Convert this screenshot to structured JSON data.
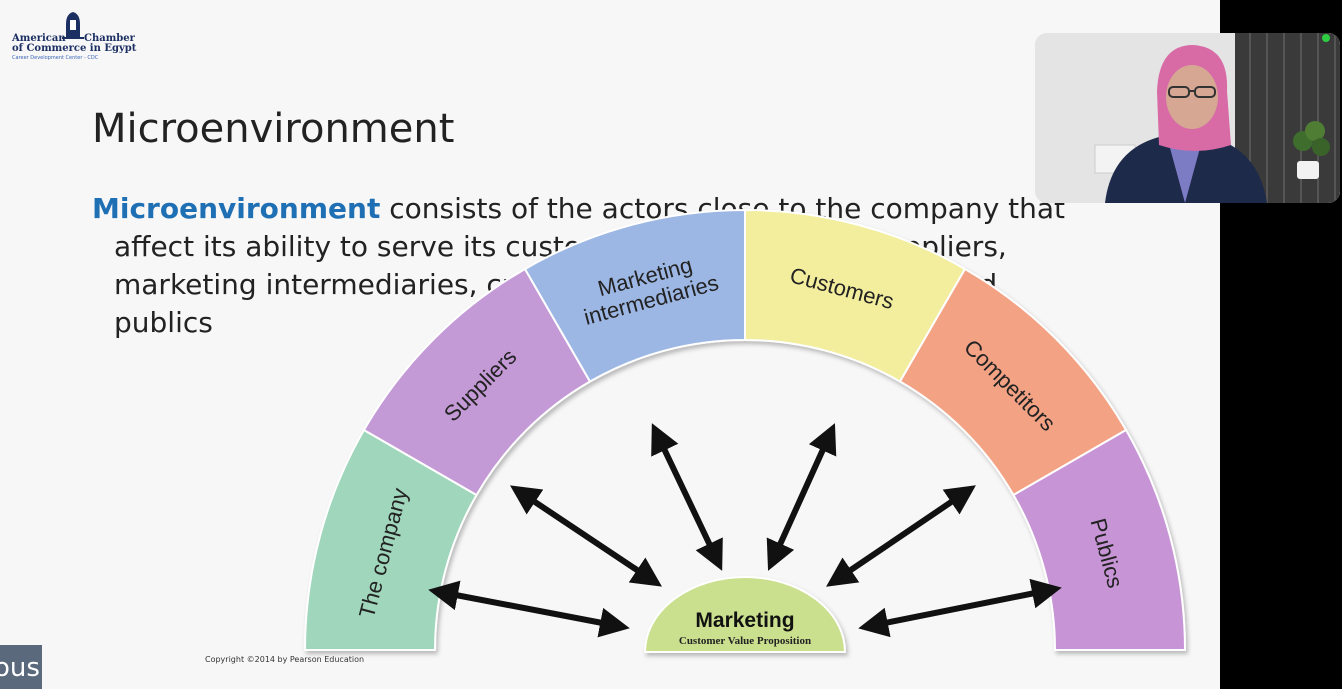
{
  "logo": {
    "line1_left": "American",
    "line1_right": "Chamber",
    "line2": "of Commerce in Egypt",
    "line3": "Career Development Center - CDC"
  },
  "slide": {
    "title": "Microenvironment",
    "keyword": "Microenvironment",
    "first_line_rest": " consists of the actors close to the company that",
    "rest_lines": [
      "affect its ability to serve its customers, the company, suppliers,",
      "marketing intermediaries, customer markets, competitors, and",
      "publics"
    ],
    "copyright": "Copyright ©2014 by Pearson Education"
  },
  "diagram": {
    "segments": [
      {
        "label": "The company",
        "color": "#9fd6bc"
      },
      {
        "label": "Suppliers",
        "color": "#c39ad6"
      },
      {
        "label": "Marketing intermediaries",
        "color": "#9db7e4"
      },
      {
        "label": "Customers",
        "color": "#f3ee9e"
      },
      {
        "label": "Competitors",
        "color": "#f3a284"
      },
      {
        "label": "Publics",
        "color": "#c795d6"
      }
    ],
    "center_title": "Marketing",
    "center_subtitle": "Customer Value Proposition",
    "center_color": "#cbe08f"
  },
  "footer": {
    "corner_text": "ous"
  }
}
